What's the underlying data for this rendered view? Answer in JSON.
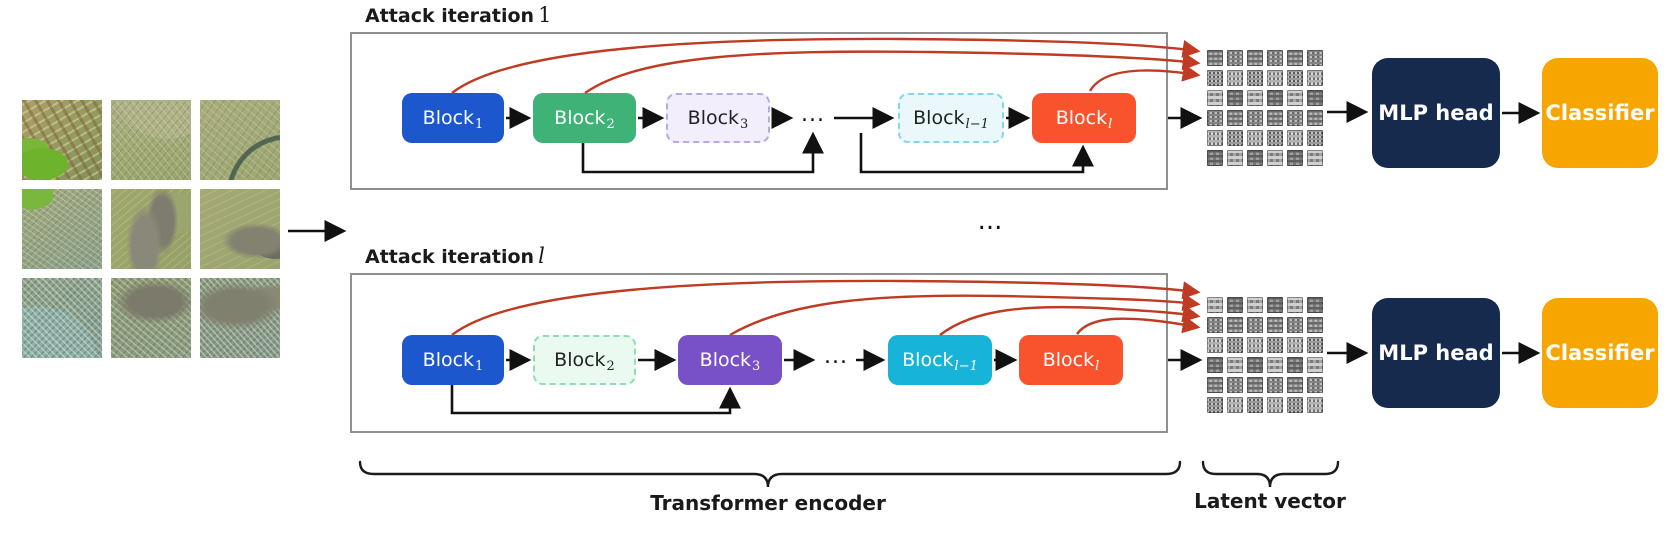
{
  "figure": {
    "type": "model-architecture-diagram",
    "input_patches": {
      "rows": 3,
      "cols": 3
    },
    "middle_ellipsis": "...",
    "iterations": [
      {
        "title_prefix": "Attack iteration",
        "title_index": "1",
        "ellipsis": "...",
        "blocks": [
          {
            "base": "Block",
            "sub": "1",
            "style": "solid-blue"
          },
          {
            "base": "Block",
            "sub": "2",
            "style": "solid-green"
          },
          {
            "base": "Block",
            "sub": "3",
            "style": "dashed-lavender"
          },
          {
            "base": "Block",
            "sub": "l−1",
            "style": "dashed-cyan"
          },
          {
            "base": "Block",
            "sub": "l",
            "style": "solid-orange"
          }
        ]
      },
      {
        "title_prefix": "Attack iteration",
        "title_index": "l",
        "ellipsis": "...",
        "blocks": [
          {
            "base": "Block",
            "sub": "1",
            "style": "solid-blue"
          },
          {
            "base": "Block",
            "sub": "2",
            "style": "dashed-mint"
          },
          {
            "base": "Block",
            "sub": "3",
            "style": "solid-purple"
          },
          {
            "base": "Block",
            "sub": "l−1",
            "style": "solid-cyan"
          },
          {
            "base": "Block",
            "sub": "l",
            "style": "solid-orange"
          }
        ]
      }
    ],
    "latent": {
      "rows": 6,
      "cols": 6
    },
    "mlp_head_label": "MLP head",
    "classifier_label": "Classifier",
    "brace_labels": {
      "encoder": "Transformer encoder",
      "latent": "Latent vector"
    },
    "colors": {
      "block_blue": "#1c57ce",
      "block_green": "#3fb277",
      "block_purple": "#7851c8",
      "block_cyan": "#17b3d8",
      "block_orange": "#f9532e",
      "dashed_lavender_border": "#b7a9e6",
      "dashed_cyan_border": "#84d7e8",
      "dashed_mint_border": "#90dcb4",
      "mlp_navy": "#162a4e",
      "classifier_amber": "#f7a500",
      "red_arrow": "#bf3b24",
      "box_border_gray": "#8f8f8f"
    }
  }
}
